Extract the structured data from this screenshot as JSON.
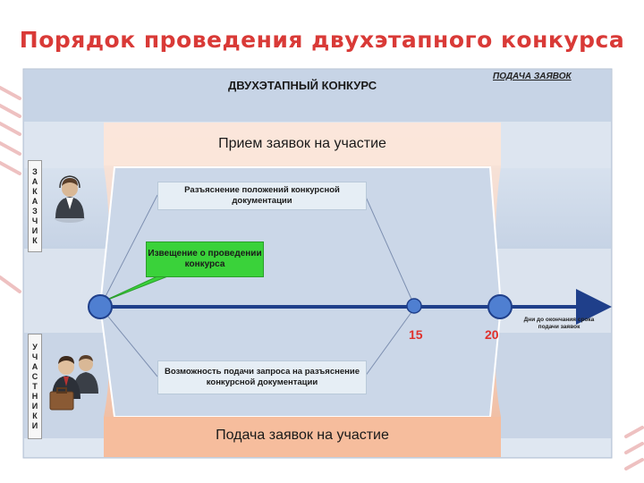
{
  "title": "Порядок проведения двухэтапного конкурса",
  "header": {
    "text": "ДВУХЭТАПНЫЙ КОНКУРС",
    "submit_tag": "ПОДАЧА ЗАЯВОК"
  },
  "stages": {
    "top": "Прием заявок на участие",
    "bottom": "Подача заявок на участие"
  },
  "boxes": {
    "top": "Разъяснение положений конкурсной документации",
    "bottom": "Возможность подачи запроса на разъяснение конкурсной документации"
  },
  "notice": "Извещение о проведении конкурса",
  "roles": {
    "customer": [
      "З",
      "А",
      "К",
      "А",
      "З",
      "Ч",
      "И",
      "К"
    ],
    "participants": [
      "У",
      "Ч",
      "А",
      "С",
      "Т",
      "Н",
      "И",
      "К",
      "И"
    ]
  },
  "timeline": {
    "marks": [
      "15",
      "20"
    ],
    "axis_label": "Дни до окончания срока подачи заявок"
  },
  "colors": {
    "title": "#d93a37",
    "band_blue": "#c7d4e6",
    "band_peach": "#f6c7ad",
    "axis": "#1f3f8a",
    "notice_green": "#3ad23a",
    "marks": "#e0312c"
  }
}
